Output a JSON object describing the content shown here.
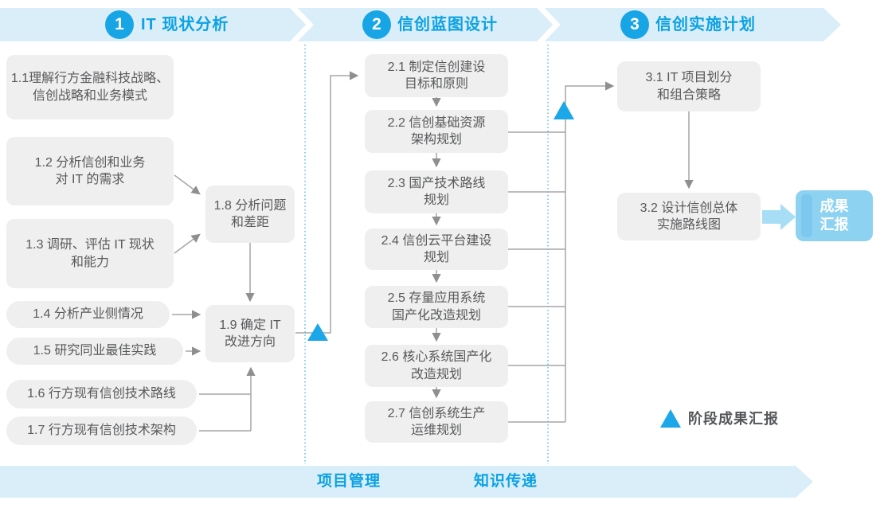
{
  "colors": {
    "accent_blue": "#17A5E6",
    "band_background": "#D9EEF9",
    "box_background": "#EFEFEF",
    "box_text": "#58595B",
    "connector_gray": "#A5A6A8",
    "result_box_blue": "#8ED2F2"
  },
  "phases": [
    {
      "number": "1",
      "label": "IT 现状分析"
    },
    {
      "number": "2",
      "label": "信创蓝图设计"
    },
    {
      "number": "3",
      "label": "信创实施计划"
    }
  ],
  "boxes": {
    "b11": {
      "line1": "1.1理解行方金融科技战略、",
      "line2": "信创战略和业务模式"
    },
    "b12": {
      "line1": "1.2 分析信创和业务",
      "line2": "对 IT 的需求"
    },
    "b13": {
      "line1": "1.3 调研、评估 IT 现状",
      "line2": "和能力"
    },
    "b14": {
      "line1": "1.4 分析产业侧情况"
    },
    "b15": {
      "line1": "1.5 研究同业最佳实践"
    },
    "b16": {
      "line1": "1.6 行方现有信创技术路线"
    },
    "b17": {
      "line1": "1.7 行方现有信创技术架构"
    },
    "b18": {
      "line1": "1.8 分析问题",
      "line2": "和差距"
    },
    "b19": {
      "line1": "1.9 确定 IT",
      "line2": "改进方向"
    },
    "b21": {
      "line1": "2.1 制定信创建设",
      "line2": "目标和原则"
    },
    "b22": {
      "line1": "2.2 信创基础资源",
      "line2": "架构规划"
    },
    "b23": {
      "line1": "2.3 国产技术路线",
      "line2": "规划"
    },
    "b24": {
      "line1": "2.4 信创云平台建设",
      "line2": "规划"
    },
    "b25": {
      "line1": "2.5 存量应用系统",
      "line2": "国产化改造规划"
    },
    "b26": {
      "line1": "2.6 核心系统国产化",
      "line2": "改造规划"
    },
    "b27": {
      "line1": "2.7 信创系统生产",
      "line2": "运维规划"
    },
    "b31": {
      "line1": "3.1 IT 项目划分",
      "line2": "和组合策略"
    },
    "b32": {
      "line1": "3.2 设计信创总体",
      "line2": "实施路线图"
    }
  },
  "result_box": {
    "line1": "成果",
    "line2": "汇报"
  },
  "legend": {
    "label": "阶段成果汇报"
  },
  "footer": {
    "left_label": "项目管理",
    "right_label": "知识传递"
  }
}
